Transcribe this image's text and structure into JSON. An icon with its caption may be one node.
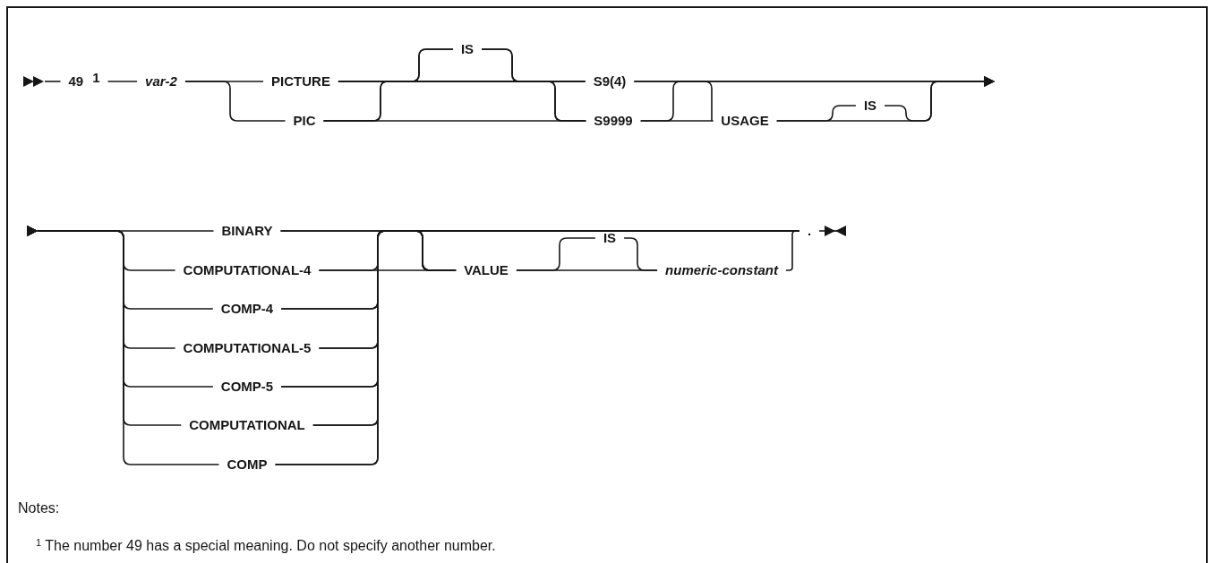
{
  "diagram": {
    "nodes": [
      {
        "text": [
          "49$^{1}$"
        ]
      },
      {
        "text": [
          "var-2"
        ]
      },
      {
        "text": [
          "PICTURE"
        ]
      },
      {
        "text": [
          "PIC"
        ]
      },
      {
        "text": [
          "IS"
        ]
      },
      {
        "text": [
          "S9(4)"
        ]
      },
      {
        "text": [
          "S9999"
        ]
      },
      {
        "text": [
          "USAGE"
        ]
      },
      {
        "text": [
          "IS"
        ]
      },
      {
        "text": [
          "BINARY"
        ]
      },
      {
        "text": [
          "COMPUTATIONAL-4"
        ]
      },
      {
        "text": [
          "COMP-4"
        ]
      },
      {
        "text": [
          "COMPUTATIONAL-5"
        ]
      },
      {
        "text": [
          "COMP-5"
        ]
      },
      {
        "text": [
          "COMPUTATIONAL"
        ]
      },
      {
        "text": [
          "COMP"
        ]
      },
      {
        "text": [
          "VALUE"
        ]
      },
      {
        "text": [
          "IS"
        ]
      },
      {
        "text": [
          "numeric-constant"
        ]
      },
      {
        "text": [
          "."
        ]
      }
    ],
    "edges": [
      {
        "from": null,
        "to": 0,
        "arrow": "other"
      },
      {
        "from": 0,
        "to": 1,
        "arrow": "none"
      },
      {
        "from": 1,
        "to": 2,
        "arrow": "none"
      },
      {
        "from": 1,
        "to": 3,
        "arrow": "none"
      },
      {
        "from": 2,
        "to": 4,
        "arrow": "none"
      },
      {
        "from": 2,
        "to": 5,
        "arrow": "none"
      },
      {
        "from": 2,
        "to": 6,
        "arrow": "none"
      },
      {
        "from": 3,
        "to": 4,
        "arrow": "none"
      },
      {
        "from": 3,
        "to": 5,
        "arrow": "none"
      },
      {
        "from": 3,
        "to": 6,
        "arrow": "none"
      },
      {
        "from": 4,
        "to": 5,
        "arrow": "none"
      },
      {
        "from": 4,
        "to": 6,
        "arrow": "none"
      },
      {
        "from": 5,
        "to": 7,
        "arrow": "none"
      },
      {
        "from": 5,
        "to": null,
        "arrow": "to"
      },
      {
        "from": 6,
        "to": 7,
        "arrow": "none"
      },
      {
        "from": 6,
        "to": null,
        "arrow": "to"
      },
      {
        "from": 7,
        "to": 8,
        "arrow": "none"
      },
      {
        "from": 7,
        "to": null,
        "arrow": "to"
      },
      {
        "from": 8,
        "to": null,
        "arrow": "to"
      },
      {
        "from": null,
        "to": 9,
        "arrow": "other"
      },
      {
        "from": null,
        "to": 10,
        "arrow": "other"
      },
      {
        "from": null,
        "to": 11,
        "arrow": "other"
      },
      {
        "from": null,
        "to": 12,
        "arrow": "other"
      },
      {
        "from": null,
        "to": 13,
        "arrow": "other"
      },
      {
        "from": null,
        "to": 14,
        "arrow": "other"
      },
      {
        "from": null,
        "to": 15,
        "arrow": "other"
      },
      {
        "from": 9,
        "to": 16,
        "arrow": "none"
      },
      {
        "from": 10,
        "to": 16,
        "arrow": "none"
      },
      {
        "from": 11,
        "to": 16,
        "arrow": "none"
      },
      {
        "from": 12,
        "to": 16,
        "arrow": "none"
      },
      {
        "from": 13,
        "to": 16,
        "arrow": "none"
      },
      {
        "from": 14,
        "to": 16,
        "arrow": "none"
      },
      {
        "from": 15,
        "to": 16,
        "arrow": "none"
      },
      {
        "from": 9,
        "to": 19,
        "arrow": "none"
      },
      {
        "from": 10,
        "to": 19,
        "arrow": "none"
      },
      {
        "from": 11,
        "to": 19,
        "arrow": "none"
      },
      {
        "from": 12,
        "to": 19,
        "arrow": "none"
      },
      {
        "from": 13,
        "to": 19,
        "arrow": "none"
      },
      {
        "from": 14,
        "to": 19,
        "arrow": "none"
      },
      {
        "from": 15,
        "to": 19,
        "arrow": "none"
      },
      {
        "from": 16,
        "to": 17,
        "arrow": "none"
      },
      {
        "from": 16,
        "to": 18,
        "arrow": "none"
      },
      {
        "from": 17,
        "to": 18,
        "arrow": "none"
      },
      {
        "from": 18,
        "to": 19,
        "arrow": "none"
      },
      {
        "from": 19,
        "to": null,
        "arrow": "to"
      }
    ],
    "labels": [
      "Notes:",
      "$^{1}$ The number 49 has a special meaning. Do not specify another number."
    ]
  }
}
